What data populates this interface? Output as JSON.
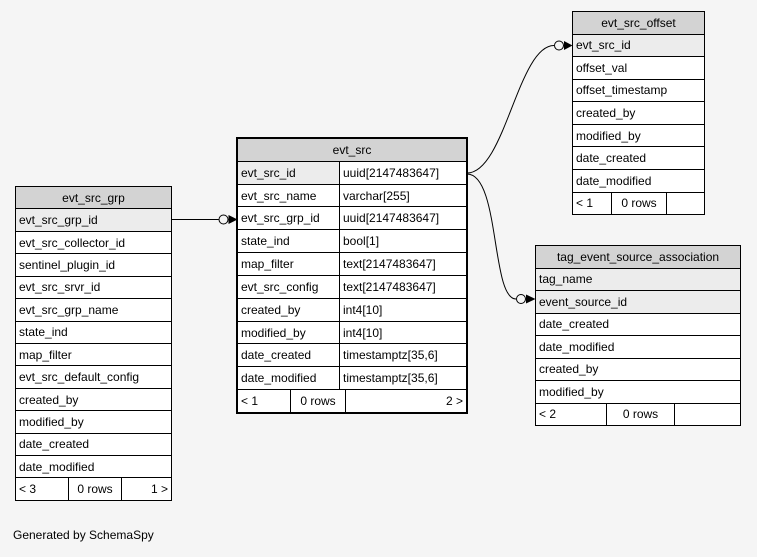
{
  "page": {
    "credit": "Generated by SchemaSpy"
  },
  "colors": {
    "page-bg": "#f5f5f5",
    "header-bg": "#d3d3d3",
    "pk-bg": "#ececec",
    "row-bg": "#ffffff",
    "line": "#000000"
  },
  "tables": {
    "evt_src_grp": {
      "title": "evt_src_grp",
      "columns": [
        {
          "name": "evt_src_grp_id",
          "pk": true
        },
        {
          "name": "evt_src_collector_id",
          "pk": false
        },
        {
          "name": "sentinel_plugin_id",
          "pk": false
        },
        {
          "name": "evt_src_srvr_id",
          "pk": false
        },
        {
          "name": "evt_src_grp_name",
          "pk": false
        },
        {
          "name": "state_ind",
          "pk": false
        },
        {
          "name": "map_filter",
          "pk": false
        },
        {
          "name": "evt_src_default_config",
          "pk": false
        },
        {
          "name": "created_by",
          "pk": false
        },
        {
          "name": "modified_by",
          "pk": false
        },
        {
          "name": "date_created",
          "pk": false
        },
        {
          "name": "date_modified",
          "pk": false
        }
      ],
      "footer": {
        "prev": "< 3",
        "rows": "0 rows",
        "next": "1 >"
      }
    },
    "evt_src": {
      "title": "evt_src",
      "emphasized": true,
      "columns": [
        {
          "name": "evt_src_id",
          "type": "uuid[2147483647]",
          "pk": true
        },
        {
          "name": "evt_src_name",
          "type": "varchar[255]",
          "pk": false
        },
        {
          "name": "evt_src_grp_id",
          "type": "uuid[2147483647]",
          "pk": false
        },
        {
          "name": "state_ind",
          "type": "bool[1]",
          "pk": false
        },
        {
          "name": "map_filter",
          "type": "text[2147483647]",
          "pk": false
        },
        {
          "name": "evt_src_config",
          "type": "text[2147483647]",
          "pk": false
        },
        {
          "name": "created_by",
          "type": "int4[10]",
          "pk": false
        },
        {
          "name": "modified_by",
          "type": "int4[10]",
          "pk": false
        },
        {
          "name": "date_created",
          "type": "timestamptz[35,6]",
          "pk": false
        },
        {
          "name": "date_modified",
          "type": "timestamptz[35,6]",
          "pk": false
        }
      ],
      "footer": {
        "prev": "< 1",
        "rows": "0 rows",
        "next": "2 >"
      }
    },
    "evt_src_offset": {
      "title": "evt_src_offset",
      "columns": [
        {
          "name": "evt_src_id",
          "pk": true
        },
        {
          "name": "offset_val",
          "pk": false
        },
        {
          "name": "offset_timestamp",
          "pk": false
        },
        {
          "name": "created_by",
          "pk": false
        },
        {
          "name": "modified_by",
          "pk": false
        },
        {
          "name": "date_created",
          "pk": false
        },
        {
          "name": "date_modified",
          "pk": false
        }
      ],
      "footer": {
        "prev": "< 1",
        "rows": "0 rows",
        "next": ""
      }
    },
    "tag_event_source_association": {
      "title": "tag_event_source_association",
      "columns": [
        {
          "name": "tag_name",
          "pk": true
        },
        {
          "name": "event_source_id",
          "pk": true
        },
        {
          "name": "date_created",
          "pk": false
        },
        {
          "name": "date_modified",
          "pk": false
        },
        {
          "name": "created_by",
          "pk": false
        },
        {
          "name": "modified_by",
          "pk": false
        }
      ],
      "footer": {
        "prev": "< 2",
        "rows": "0 rows",
        "next": ""
      }
    }
  },
  "relationships": [
    {
      "from": "evt_src_grp.evt_src_grp_id",
      "to": "evt_src.evt_src_grp_id"
    },
    {
      "from": "evt_src.evt_src_id",
      "to": "evt_src_offset.evt_src_id"
    },
    {
      "from": "evt_src.evt_src_id",
      "to": "tag_event_source_association.event_source_id"
    }
  ]
}
